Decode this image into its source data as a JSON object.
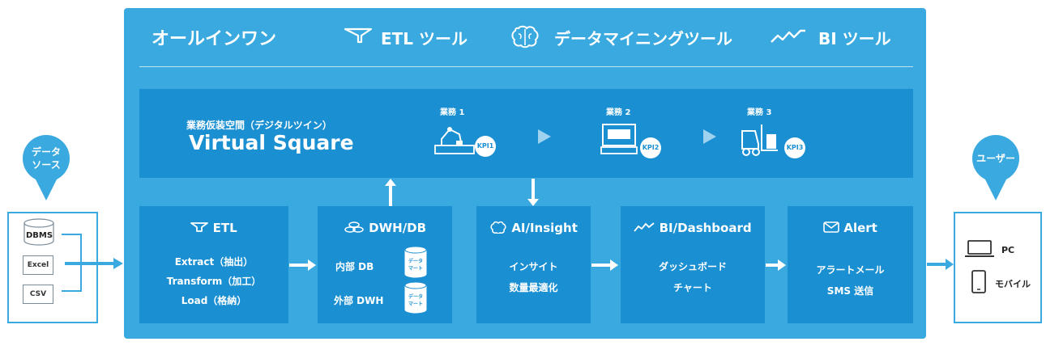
{
  "header": {
    "all_in_one": "オールインワン",
    "etl_tool": "ETL ツール",
    "data_mining_tool": "データマイニングツール",
    "bi_tool": "BI ツール"
  },
  "virtual_square": {
    "subtitle": "業務仮装空間（デジタルツイン）",
    "title": "Virtual Square",
    "steps": [
      {
        "label": "業務 1",
        "kpi": "KPI1"
      },
      {
        "label": "業務 2",
        "kpi": "KPI2"
      },
      {
        "label": "業務 3",
        "kpi": "KPI3"
      }
    ]
  },
  "boxes": {
    "etl": {
      "title": "ETL",
      "lines": [
        "Extract（抽出）",
        "Transform（加工）",
        "Load（格納）"
      ]
    },
    "dwh": {
      "title": "DWH/DB",
      "internal": "内部 DB",
      "external": "外部 DWH",
      "mart": "データ マート"
    },
    "ai": {
      "title": "AI/Insight",
      "lines": [
        "インサイト",
        "数量最適化"
      ]
    },
    "bi": {
      "title": "BI/Dashboard",
      "lines": [
        "ダッシュボード",
        "チャート"
      ]
    },
    "alert": {
      "title": "Alert",
      "lines": [
        "アラートメール",
        "SMS 送信"
      ]
    }
  },
  "data_source": {
    "pin": "データ ソース",
    "items": [
      "DBMS",
      "Excel",
      "CSV"
    ]
  },
  "user": {
    "pin": "ユーザー",
    "pc": "PC",
    "mobile": "モバイル"
  },
  "colors": {
    "panel": "#3aa9df",
    "box": "#1a8fd2",
    "white": "#ffffff"
  }
}
